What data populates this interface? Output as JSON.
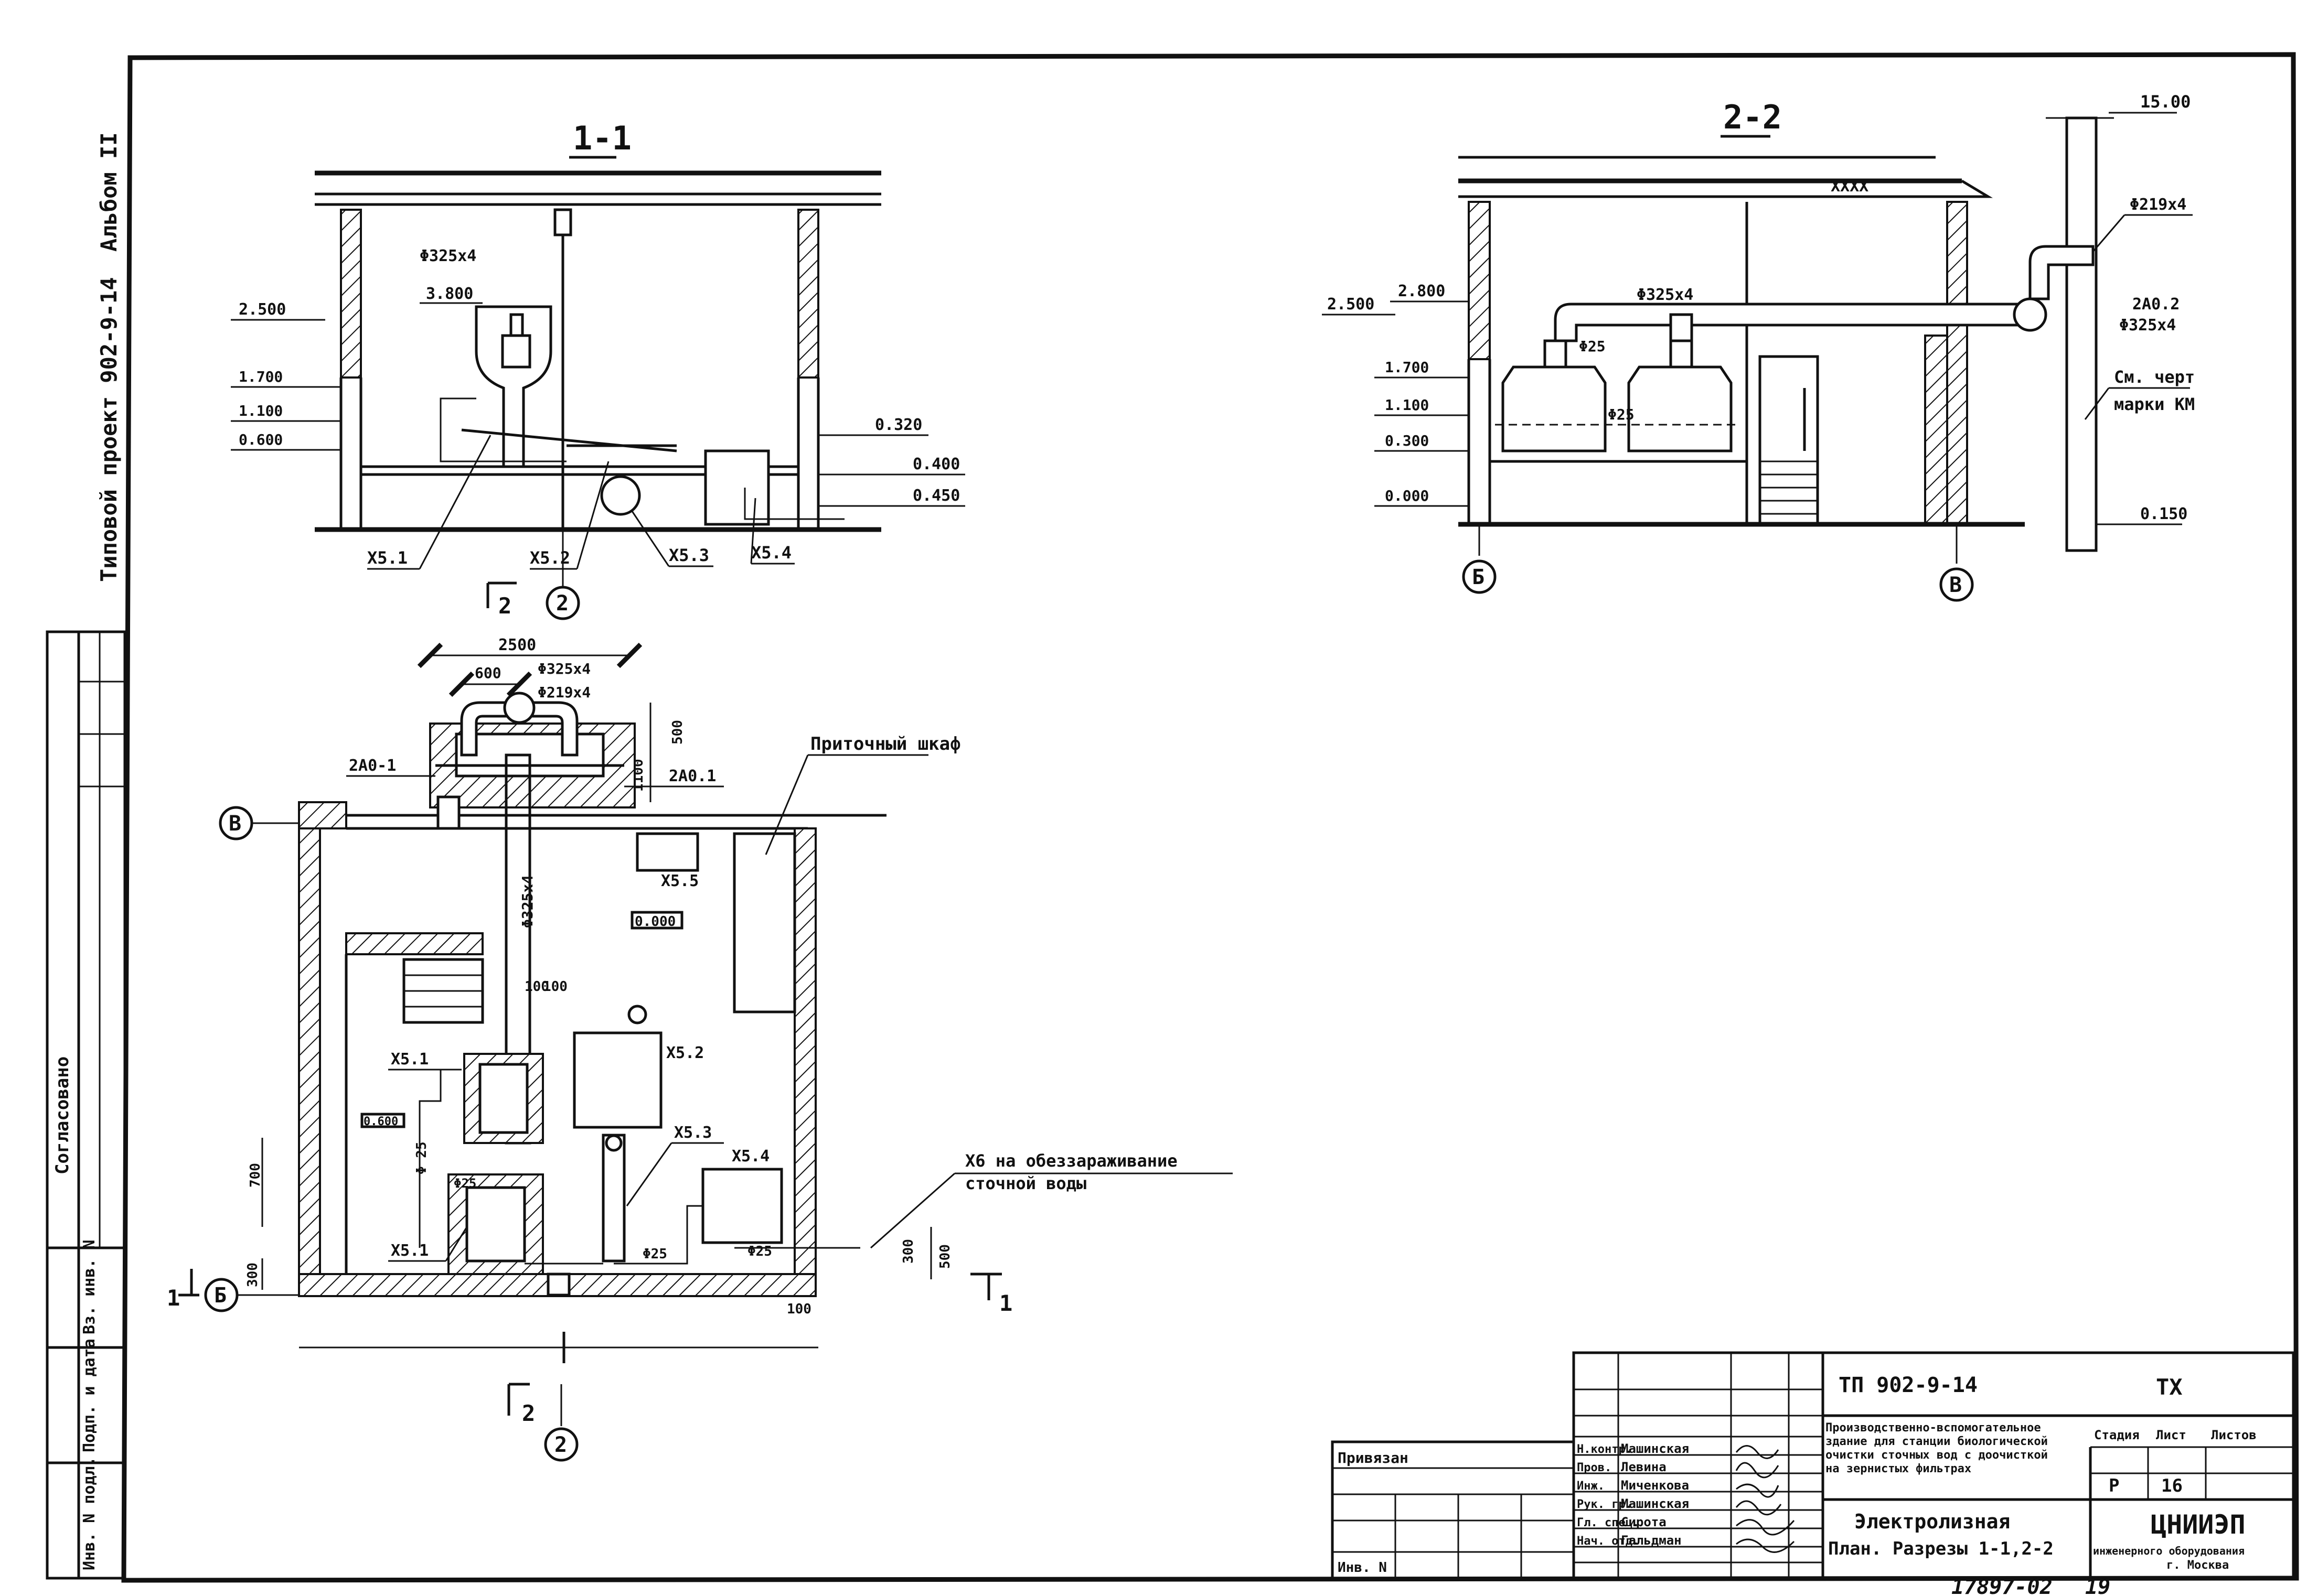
{
  "album": "Альбом II",
  "project_side": "Типовой проект 902-9-14",
  "side_stamp": {
    "agreed": "Согласовано",
    "inv_no": "Инв. N подл.",
    "sign_date": "Подп. и дата",
    "replace_inv": "Вз. инв. N"
  },
  "section_1": {
    "title": "1-1",
    "pipe_main": "Φ325x4",
    "level_top": "3.800",
    "levels_left": [
      "2.500",
      "1.700",
      "1.100",
      "0.600"
    ],
    "levels_right": [
      "0.320",
      "0.400",
      "0.450"
    ],
    "equipment": [
      "X5.1",
      "X5.2",
      "X5.3",
      "X5.4"
    ],
    "axis": "2"
  },
  "section_2": {
    "title": "2-2",
    "level_top_right": "15.00",
    "pipe_out": "Φ219x4",
    "duct": "2А0.2",
    "duct_pipe": "Φ325x4",
    "note_line1": "См. черт",
    "note_line2": "марки КМ",
    "pipe_main": "Φ325x4",
    "pipe_small_a": "Φ25",
    "pipe_small_b": "Φ25",
    "levels_left": [
      "2.500",
      "2.800",
      "1.700",
      "1.100",
      "0.300",
      "0.000"
    ],
    "level_right_bottom": "0.150",
    "axes": [
      "Б",
      "В"
    ]
  },
  "plan": {
    "cut_top": "2",
    "dim_width": "2500",
    "dim_600": "600",
    "pipe_325": "Φ325x4",
    "pipe_219": "Φ219x4",
    "dim_500": "500",
    "dim_1100": "1100",
    "duct_left": "2А0-1",
    "duct_right": "2А0.1",
    "cabinet_label": "Приточный шкаф",
    "axis_b": "В",
    "axis_a": "Б",
    "x55": "X5.5",
    "level_box": "0.000",
    "riser_pipe": "Φ325x4",
    "dim_100a": "100",
    "dim_100b": "100",
    "x51_top": "X5.1",
    "x52": "X5.2",
    "level_left": "0.600",
    "phi25_v": "Φ 25",
    "x53": "X5.3",
    "x54": "X5.4",
    "phi25_a": "Φ25",
    "phi25_b": "Φ25",
    "phi25_c": "Φ25",
    "x51_bottom": "X5.1",
    "x6_line1": "X6 на обеззараживание",
    "x6_line2": "сточной воды",
    "dim_700": "700",
    "dim_300": "300",
    "dim_300r": "300",
    "dim_500r": "500",
    "dim_100r": "100",
    "cut_left": "1",
    "cut_right": "1",
    "cut_bottom": "2"
  },
  "title_block": {
    "project_code": "ТП 902-9-14",
    "mark": "ТХ",
    "description_l1": "Производственно-вспомогательное",
    "description_l2": "здание для станции биологической",
    "description_l3": "очистки сточных вод с доочисткой",
    "description_l4": "на зернистых фильтрах",
    "col_stage": "Стадия",
    "col_sheet": "Лист",
    "col_sheets": "Листов",
    "stage": "Р",
    "sheet": "16",
    "sheet_title_l1": "Электролизная",
    "sheet_title_l2": "План. Разрезы 1-1,2-2",
    "org_l1": "ЦНИИЭП",
    "org_l2": "инженерного оборудования",
    "org_l3": "г. Москва",
    "bound": "Привязан",
    "inv": "Инв. N",
    "roles": [
      "Н.контр.",
      "Пров.",
      "Инж.",
      "Рук. гр.",
      "Гл. спец.",
      "Нач. отд."
    ],
    "names": [
      "Машинская",
      "Левина",
      "Миченкова",
      "Машинская",
      "Сирота",
      "Гальдман"
    ],
    "doc_no": "17897-02",
    "page_no": "19"
  }
}
